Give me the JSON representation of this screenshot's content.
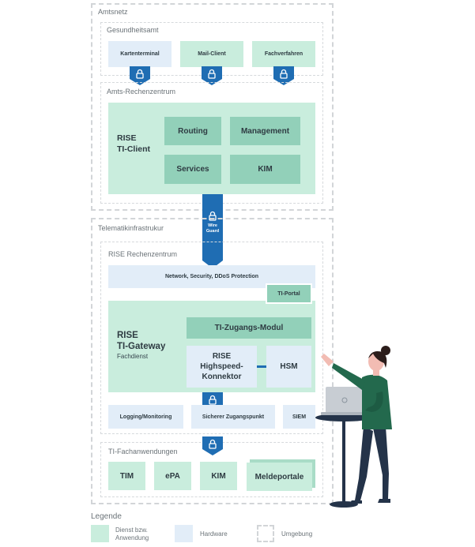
{
  "amtsnetz": {
    "title": "Amtsnetz",
    "gesundheitsamt": {
      "title": "Gesundheitsamt",
      "items": [
        "Kartenterminal",
        "Mail-Client",
        "Fachverfahren"
      ]
    },
    "rechenzentrum": {
      "title": "Amts-Rechenzentrum",
      "client_title_1": "RISE",
      "client_title_2": "TI-Client",
      "modules": [
        "Routing",
        "Management",
        "Services",
        "KIM"
      ]
    }
  },
  "wireguard": {
    "line1": "Wire",
    "line2": "Guard"
  },
  "ti": {
    "title": "Telematikinfrastrukur",
    "rise_rz": {
      "title": "RISE Rechenzentrum",
      "network_bar": "Network, Security, DDoS Protection",
      "portal": "TI-Portal",
      "gateway_title_1": "RISE",
      "gateway_title_2": "TI-Gateway",
      "gateway_sub": "Fachdienst",
      "zugangs_modul": "TI-Zugangs-Modul",
      "konnektor_1": "RISE",
      "konnektor_2": "Highspeed-",
      "konnektor_3": "Konnektor",
      "hsm": "HSM",
      "bottom": [
        "Logging/Monitoring",
        "Sicherer Zugangspunkt",
        "SIEM"
      ]
    },
    "fachanwendungen": {
      "title": "TI-Fachanwendungen",
      "items": [
        "TIM",
        "ePA",
        "KIM",
        "Meldeportale"
      ]
    }
  },
  "legend": {
    "title": "Legende",
    "dienst_1": "Dienst bzw.",
    "dienst_2": "Anwendung",
    "hardware": "Hardware",
    "umgebung": "Umgebung"
  },
  "colors": {
    "service": "#c9eddd",
    "module": "#92d0b9",
    "hardware": "#e2edf8",
    "shield": "#1f6db3"
  }
}
